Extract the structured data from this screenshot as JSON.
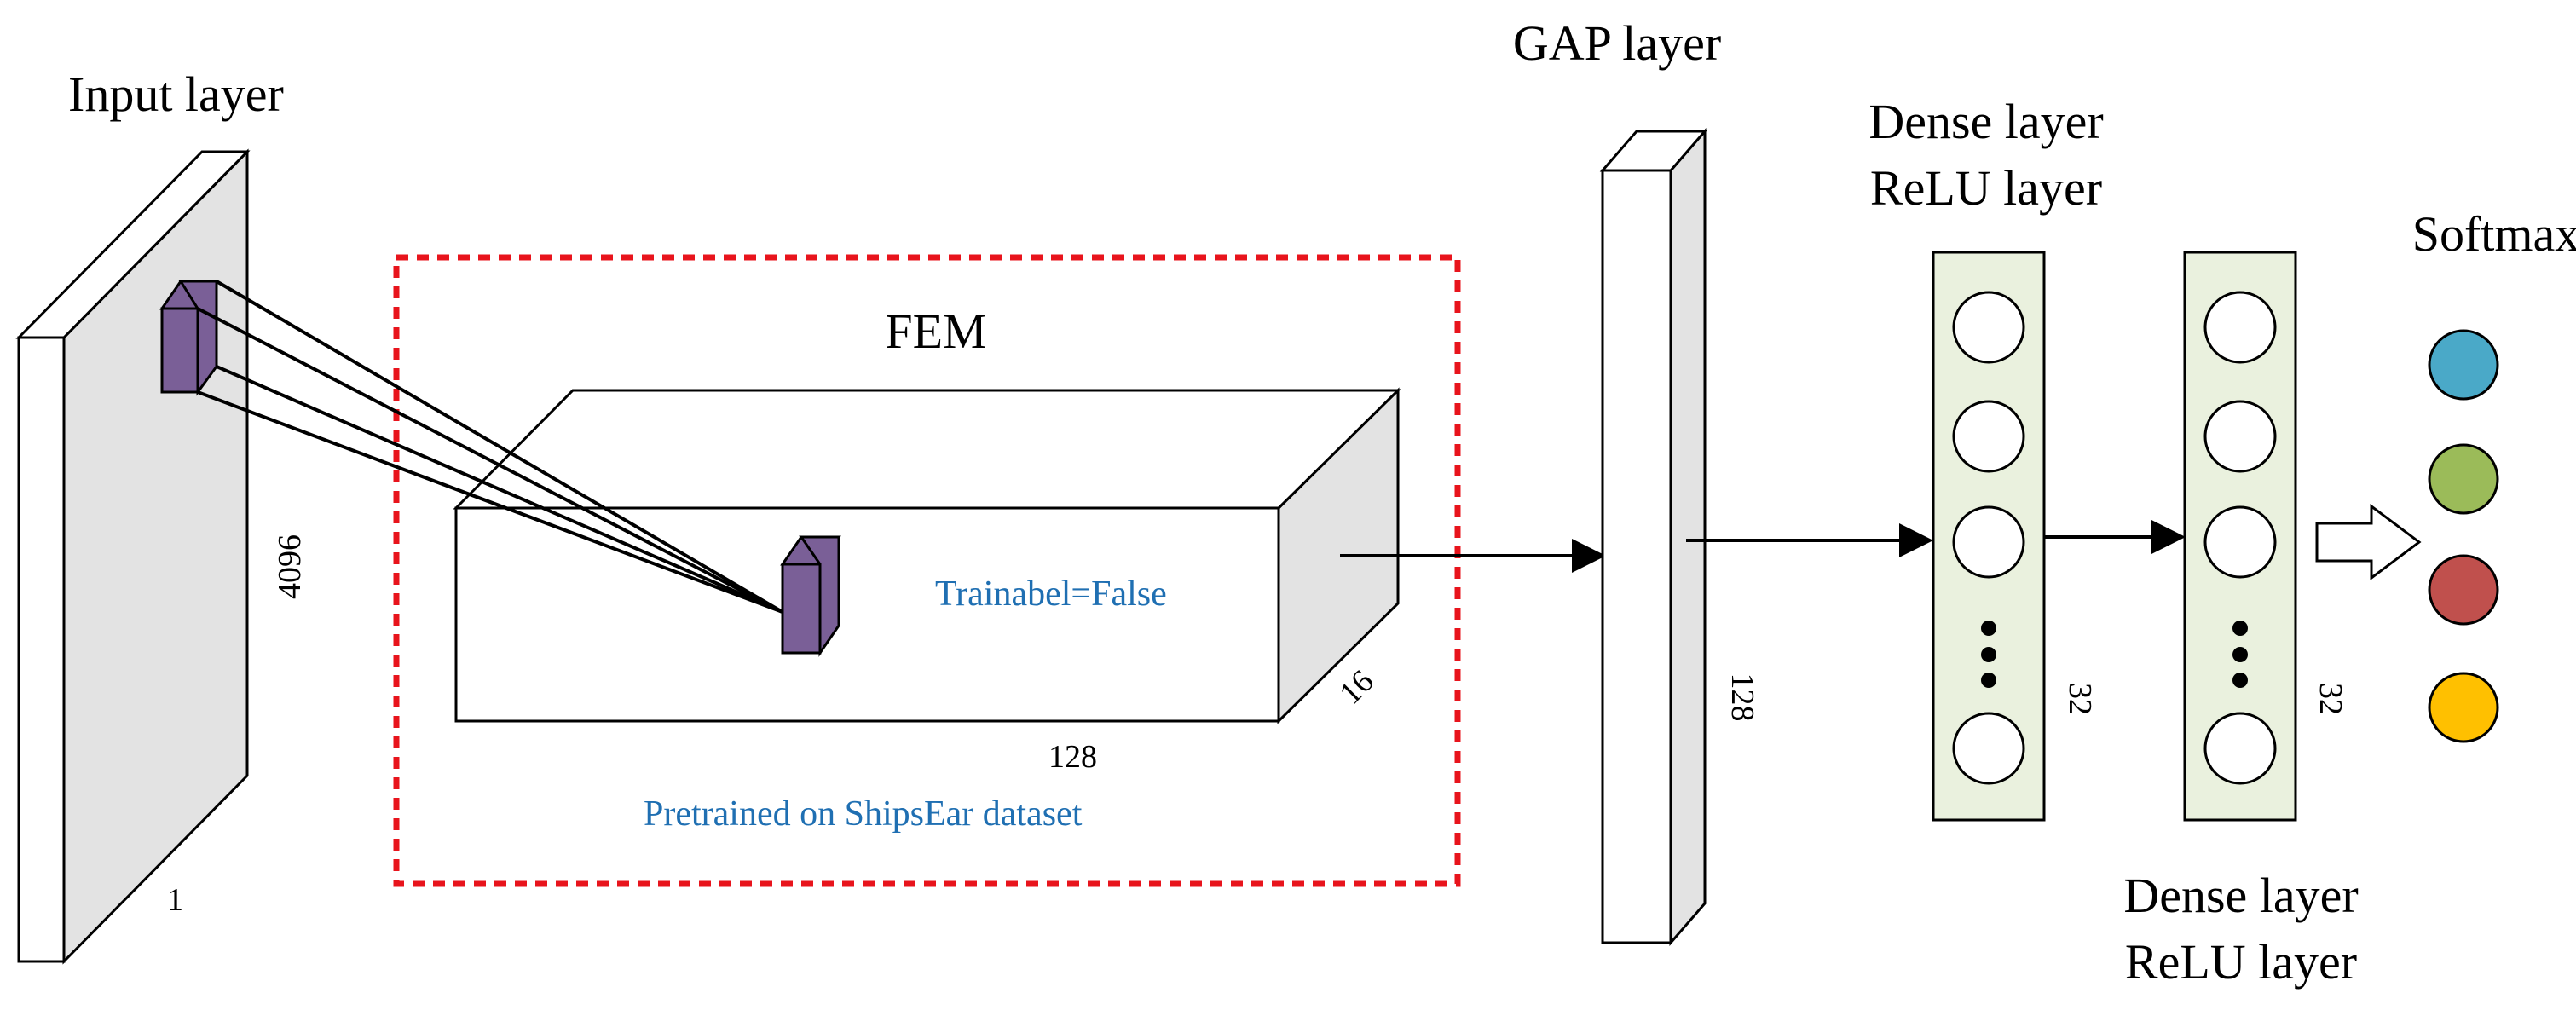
{
  "labels": {
    "input_layer": "Input layer",
    "fem": "FEM",
    "gap_layer": "GAP layer",
    "dense1_title_line1": "Dense layer",
    "dense1_title_line2": "ReLU layer",
    "dense2_title_line1": "Dense layer",
    "dense2_title_line2": "ReLU layer",
    "softmax": "Softmax",
    "trainable_note": "Trainabel=False",
    "pretrained_note": "Pretrained on ShipsEar dataset"
  },
  "dimensions": {
    "input_height": "4096",
    "input_depth": "1",
    "fem_width": "128",
    "fem_depth": "16",
    "gap_size": "128",
    "dense1_units": "32",
    "dense2_units": "32"
  },
  "colors": {
    "note_text": "#1f6fb2",
    "fem_border": "#e8141c",
    "kernel": "#7a5f97",
    "dense_fill": "#eaf1de",
    "slab_side": "#e3e3e3",
    "softmax_nodes": [
      "#4aa9c8",
      "#9bbb59",
      "#c0504d",
      "#ffc000"
    ]
  },
  "dense1_ellipsis": "⋮",
  "dense2_ellipsis": "⋮"
}
